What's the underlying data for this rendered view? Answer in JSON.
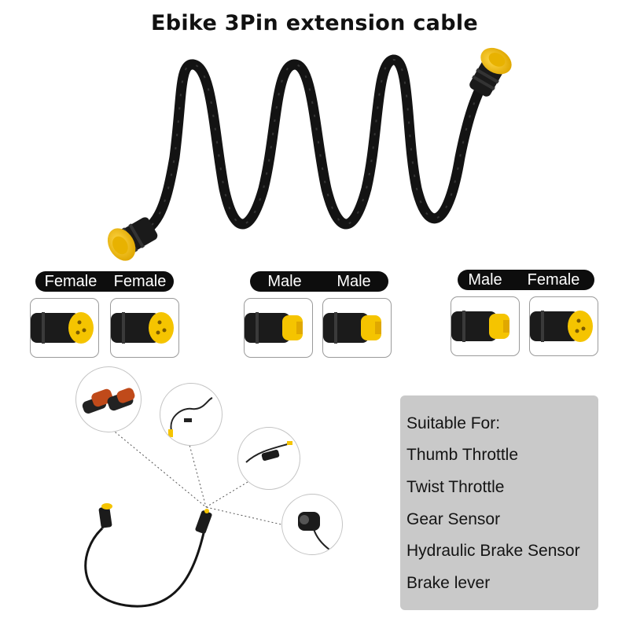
{
  "title": "Ebike 3Pin extension cable",
  "connector_pairs": [
    {
      "left_label": "Female",
      "right_label": "Female"
    },
    {
      "left_label": "Male",
      "right_label": "Male"
    },
    {
      "left_label": "Male",
      "right_label": "Female"
    }
  ],
  "suitable_panel": {
    "heading": "Suitable For:",
    "items": [
      "Thumb Throttle",
      "Twist Throttle",
      "Gear Sensor",
      "Hydraulic Brake Sensor",
      "Brake lever"
    ]
  },
  "colors": {
    "connector_yellow": "#f5c400",
    "cable_black": "#111111",
    "label_bar": "#0d0d0d",
    "panel_gray": "#c9c9c9"
  }
}
